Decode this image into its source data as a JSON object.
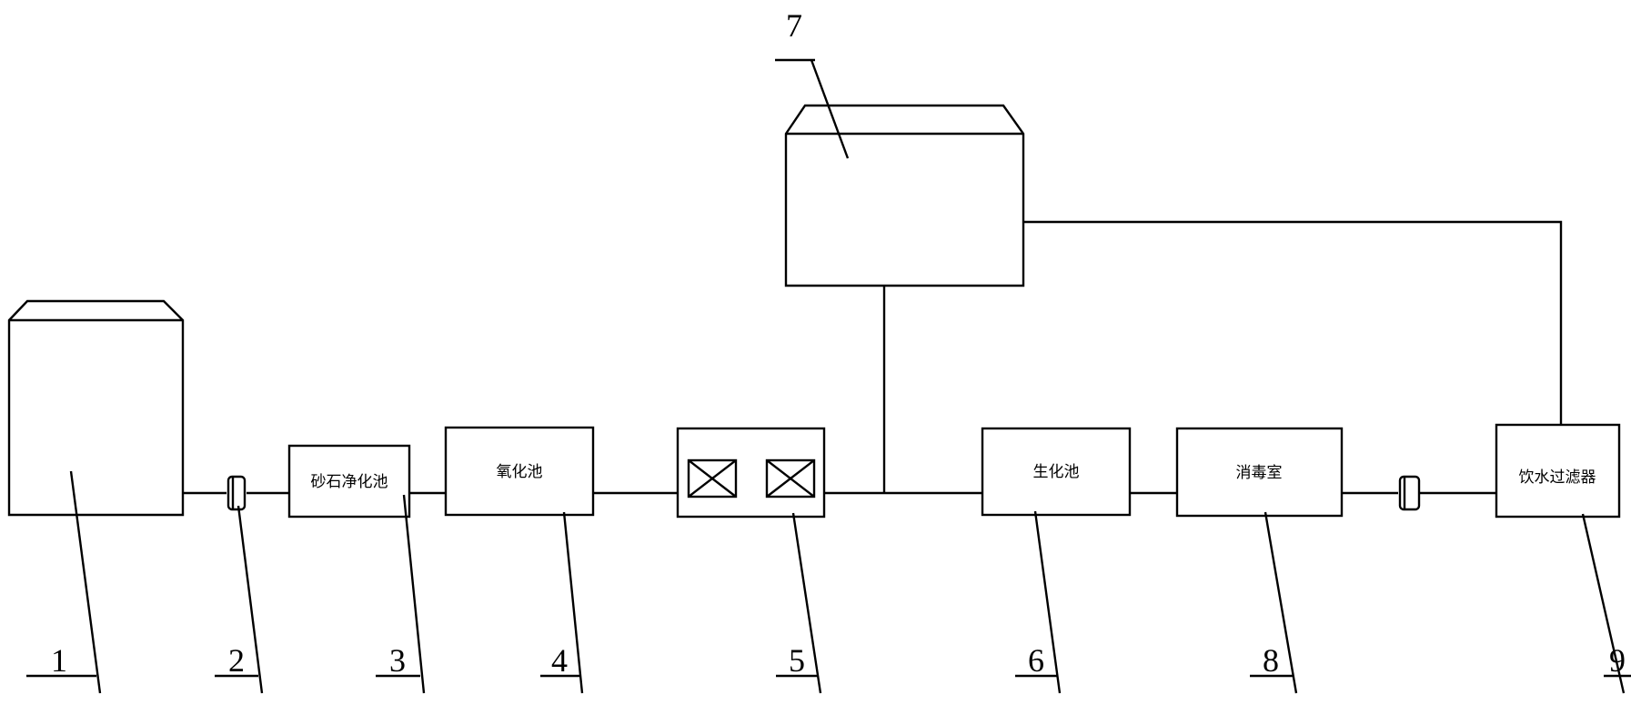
{
  "boxes": {
    "b1": {
      "number": "1"
    },
    "b2": {
      "number": "2"
    },
    "b3": {
      "number": "3",
      "label": "砂石净化池"
    },
    "b4": {
      "number": "4",
      "label": "氧化池"
    },
    "b5": {
      "number": "5"
    },
    "b6": {
      "number": "6",
      "label": "生化池"
    },
    "b7": {
      "number": "7"
    },
    "b8": {
      "number": "8",
      "label": "消毒室"
    },
    "b9": {
      "number": "9",
      "label": "饮水过滤器"
    }
  }
}
